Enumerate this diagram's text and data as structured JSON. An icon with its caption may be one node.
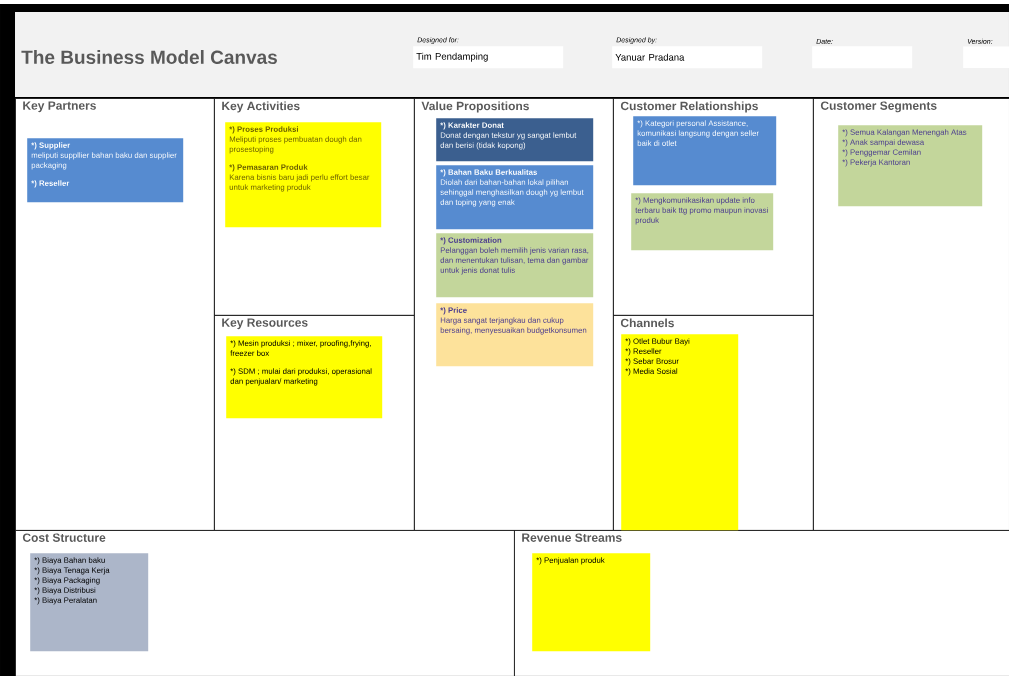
{
  "diagram": {
    "title": "The Business Model Canvas",
    "nodes": [
      {
        "text": [
          "Tim Pendamping"
        ],
        "beside": [
          "Designed for:"
        ]
      },
      {
        "text": [
          "Yanuar Pradana"
        ],
        "beside": [
          "Designed by:"
        ]
      },
      {
        "text": [],
        "shape": "box",
        "beside": [
          "Date:"
        ]
      },
      {
        "text": [],
        "shape": "box",
        "beside": [
          "Version:"
        ]
      },
      {
        "text": [
          "Key Partners"
        ]
      },
      {
        "text": [
          "*) Supplier",
          "meliputi suppllier bahan baku dan supplier packaging",
          "*) Reseller"
        ],
        "in": 4
      },
      {
        "text": [
          "Key Activities"
        ]
      },
      {
        "text": [
          "*) Proses Produksi",
          "Meliputi proses pembuatan dough dan prosestoping",
          "*) Pemasaran Produk",
          "Karena bisnis baru jadi perlu effort besar untuk marketing produk"
        ],
        "in": 6
      },
      {
        "text": [
          "Key Resources"
        ]
      },
      {
        "text": [
          "*) Mesin produksi ; mixer, proofing,frying, freezer box",
          "*) SDM ; mulai dari produksi, operasional dan penjualan/ marketing"
        ],
        "in": 8
      },
      {
        "text": [
          "Value Propositions"
        ]
      },
      {
        "text": [
          "*) Karakter Donat",
          "Donat dengan tekstur yg sangat lembut dan berisi (tidak kopong)"
        ],
        "in": 10
      },
      {
        "text": [
          "*) Bahan Baku Berkualitas",
          "Diolah dari bahan-bahan lokal pilihan sehinggal menghasilkan dough yg lembut dan toping yang enak"
        ],
        "in": 10
      },
      {
        "text": [
          "*) Customization",
          "Pelanggan boleh memilih jenis varian rasa, dan menentukan tulisan, tema dan gambar untuk jenis donat tulis"
        ],
        "in": 10
      },
      {
        "text": [
          "*) Price",
          "Harga sangat terjangkau dan cukup bersaing, menyesuaikan budgetkonsumen"
        ],
        "in": 10
      },
      {
        "text": [
          "Customer Relationships"
        ]
      },
      {
        "text": [
          "*) Kategori personal Assistance, komunikasi langsung dengan seller baik di otlet"
        ],
        "in": 15
      },
      {
        "text": [
          "*) Mengkomunikasikan update info terbaru baik ttg promo maupun inovasi produk"
        ],
        "in": 15
      },
      {
        "text": [
          "Channels"
        ]
      },
      {
        "text": [
          "*) Otlet Bubur Bayi",
          "*) Reseller",
          "*) Sebar Brosur",
          "*) Media Sosial"
        ],
        "in": 18
      },
      {
        "text": [
          "Customer Segments"
        ]
      },
      {
        "text": [
          "*) Semua Kalangan Menengah Atas",
          "*) Anak sampai dewasa",
          "*) Penggemar Cemilan",
          "*) Pekerja Kantoran"
        ],
        "in": 20
      },
      {
        "text": [
          "Cost Structure"
        ]
      },
      {
        "text": [
          "*) Biaya Bahan baku",
          "*) Biaya Tenaga Kerja",
          "*) Biaya Packaging",
          "*) Biaya Distribusi",
          "*) Biaya Peralatan"
        ],
        "in": 22
      },
      {
        "text": [
          "Revenue Streams"
        ]
      },
      {
        "text": [
          "*) Penjualan produk"
        ],
        "in": 24
      }
    ]
  }
}
